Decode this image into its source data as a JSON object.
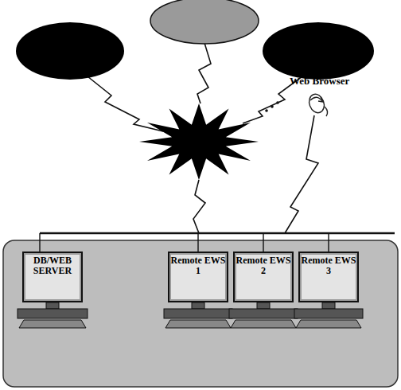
{
  "diagram": {
    "nodes": [
      {
        "text": [
          "DB/WEB SERVER"
        ]
      },
      {
        "text": [
          "Remote EWS 1"
        ]
      },
      {
        "text": [
          "Remote EWS 2"
        ]
      },
      {
        "text": [
          "Remote EWS 3"
        ]
      }
    ],
    "labels": [
      "Web Browser"
    ]
  }
}
